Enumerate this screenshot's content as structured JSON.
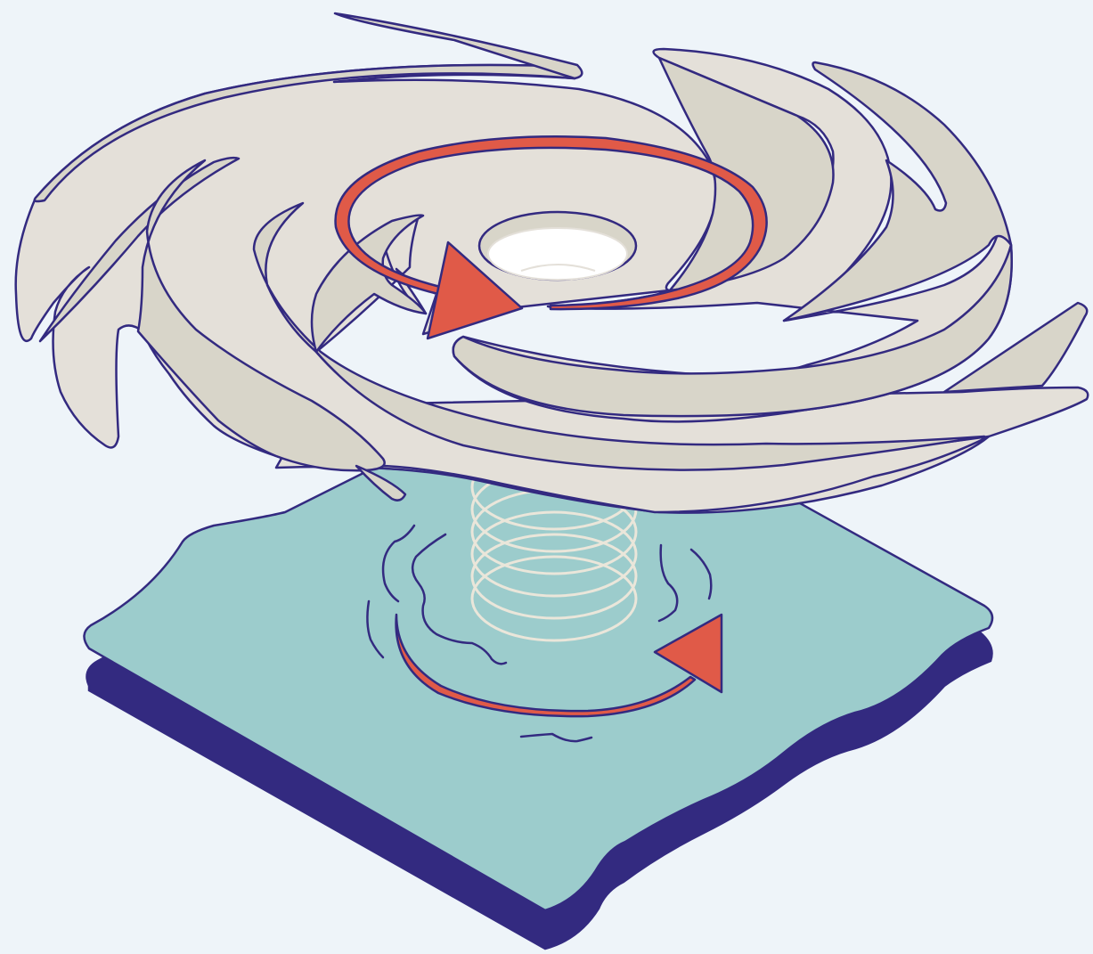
{
  "illustration": {
    "subject": "hurricane-over-ocean",
    "colors": {
      "background": "#eef4f9",
      "ocean": "#9ccccc",
      "ocean_shadow": "#332a80",
      "outline": "#332a80",
      "cloud_light": "#e4e0d9",
      "cloud_dark": "#d8d5c9",
      "arrow": "#e05a48",
      "vapor": "#eae6da"
    },
    "rotation_arrows": [
      {
        "name": "upper-outflow-arrow"
      },
      {
        "name": "surface-inflow-arrow"
      }
    ],
    "vapor_rings": 6,
    "wind_squiggles": 8
  }
}
